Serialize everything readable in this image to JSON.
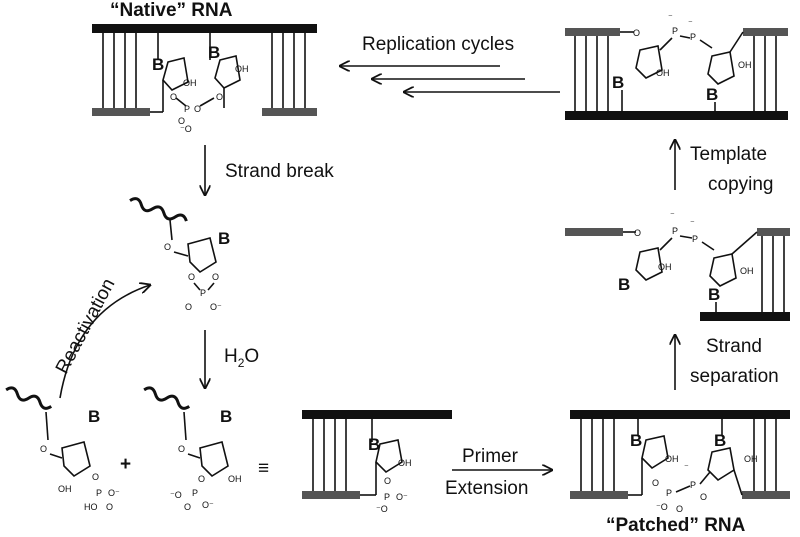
{
  "labels": {
    "native_rna": "“Native” RNA",
    "patched_rna": "“Patched” RNA",
    "replication_cycles": "Replication cycles",
    "strand_break": "Strand break",
    "h2o_h": "H",
    "h2o_2": "2",
    "h2o_o": "O",
    "reactivation": "Reactivation",
    "primer": "Primer",
    "extension": "Extension",
    "template": "Template",
    "copying": "copying",
    "strand": "Strand",
    "separation": "separation",
    "plus": "+",
    "equiv": "≡"
  },
  "chem": {
    "base": "B",
    "o": "O",
    "oh": "OH",
    "ho": "HO",
    "p": "P",
    "o_minus": "O⁻",
    "minus_o": "⁻O",
    "minus": "⁻"
  },
  "colors": {
    "ink": "#111111",
    "strand_gray": "#555555"
  }
}
